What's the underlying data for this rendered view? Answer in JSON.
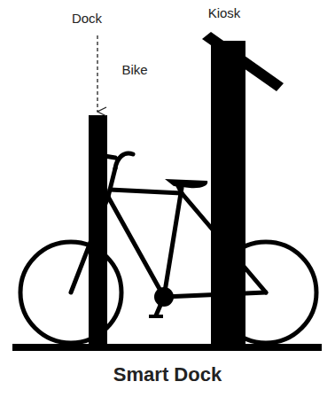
{
  "diagram": {
    "caption": "Smart Dock",
    "labels": [
      "Dock",
      "Bike",
      "Kiosk"
    ]
  }
}
